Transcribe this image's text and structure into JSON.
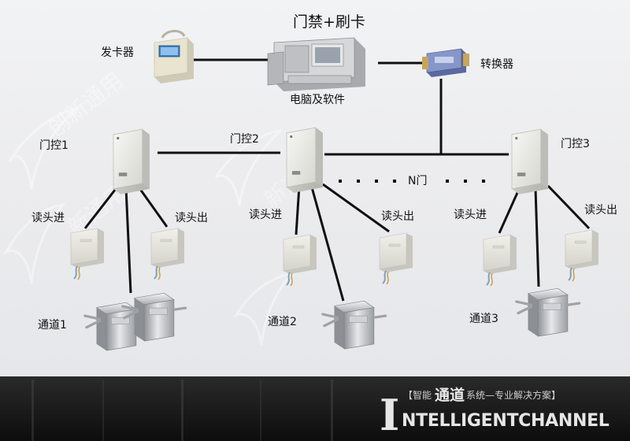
{
  "diagram": {
    "title": "门禁+刷卡",
    "card_issuer_label": "发卡器",
    "pc_label": "电脑及软件",
    "converter_label": "转换器",
    "controllers": [
      {
        "label": "门控1"
      },
      {
        "label": "门控2"
      },
      {
        "label": "门控3"
      }
    ],
    "n_door_label": "N门",
    "reader_in_label": "读头进",
    "reader_out_label": "读头出",
    "channels": [
      {
        "label": "通道1"
      },
      {
        "label": "通道2"
      },
      {
        "label": "通道3"
      }
    ]
  },
  "banner": {
    "tagline_prefix": "【智能",
    "tagline_big": "通道",
    "tagline_suffix": "系统—专业解决方案】",
    "brand_initial": "I",
    "brand_rest": "NTELLIGENTCHANNEL"
  },
  "watermark": {
    "text_1": "创新通用",
    "text_2": "新通用",
    "text_3": "新通用"
  },
  "colors": {
    "line": "#111111",
    "banner_bg": "#1a1a1a",
    "device_beige": "#e8e6dc",
    "brand_text": "#e6e6e6"
  }
}
